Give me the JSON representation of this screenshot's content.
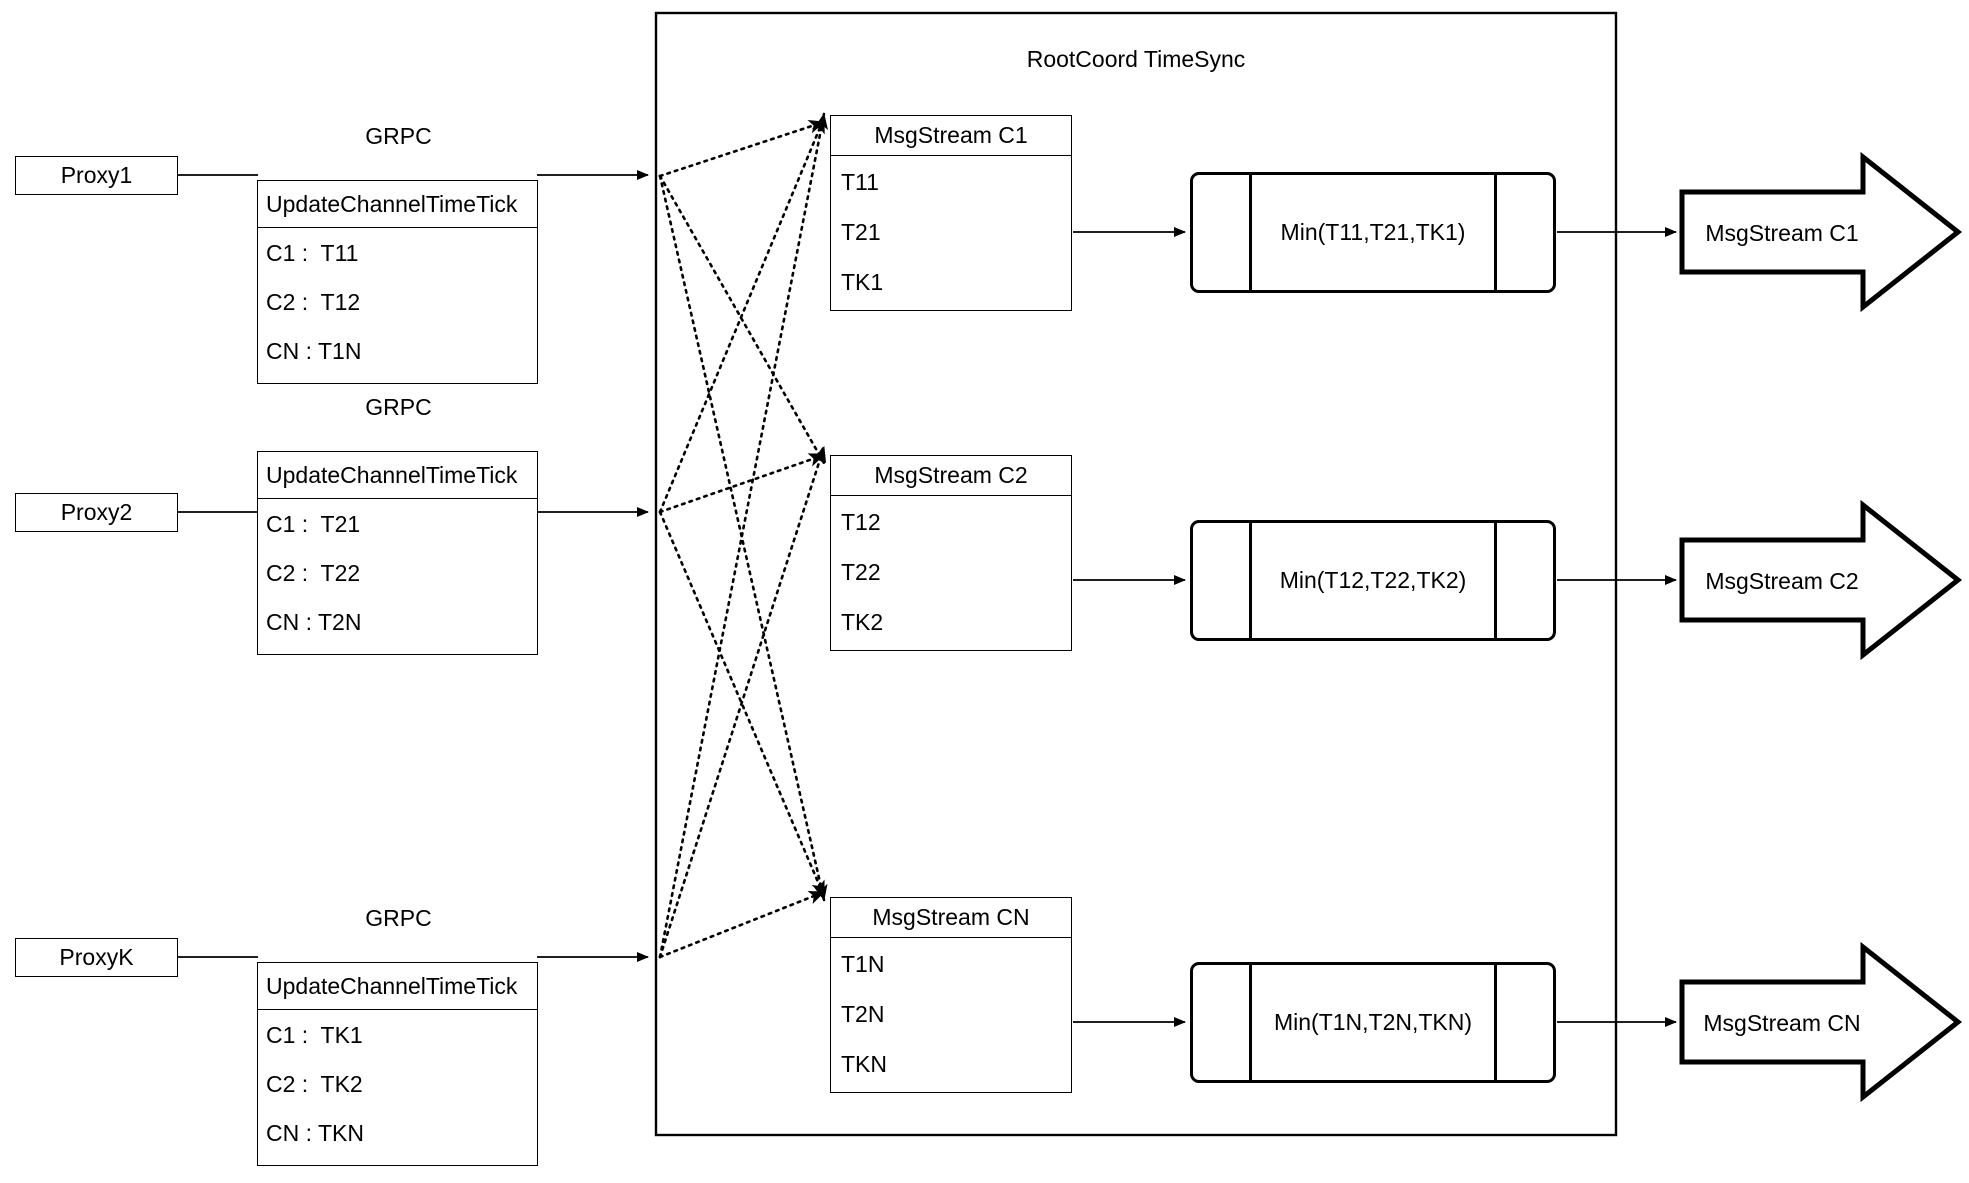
{
  "diagram": {
    "container": {
      "title": "RootCoord TimeSync"
    },
    "rows": [
      {
        "proxy_label": "Proxy1",
        "link_label": "GRPC",
        "request": {
          "title": "UpdateChannelTimeTick",
          "entries": [
            "C1 :  T11",
            "C2 :  T12",
            "CN : T1N"
          ]
        },
        "msgstream": {
          "title": "MsgStream C1",
          "ticks": [
            "T11",
            "T21",
            "TK1"
          ]
        },
        "min": {
          "label": "Min(T11,T21,TK1)"
        },
        "output": {
          "label": "MsgStream C1"
        }
      },
      {
        "proxy_label": "Proxy2",
        "link_label": "GRPC",
        "request": {
          "title": "UpdateChannelTimeTick",
          "entries": [
            "C1 :  T21",
            "C2 :  T22",
            "CN : T2N"
          ]
        },
        "msgstream": {
          "title": "MsgStream C2",
          "ticks": [
            "T12",
            "T22",
            "TK2"
          ]
        },
        "min": {
          "label": "Min(T12,T22,TK2)"
        },
        "output": {
          "label": "MsgStream C2"
        }
      },
      {
        "proxy_label": "ProxyK",
        "link_label": "GRPC",
        "request": {
          "title": "UpdateChannelTimeTick",
          "entries": [
            "C1 :  TK1",
            "C2 :  TK2",
            "CN : TKN"
          ]
        },
        "msgstream": {
          "title": "MsgStream CN",
          "ticks": [
            "T1N",
            "T2N",
            "TKN"
          ]
        },
        "min": {
          "label": "Min(T1N,T2N,TKN)"
        },
        "output": {
          "label": "MsgStream CN"
        }
      }
    ],
    "colors": {
      "stroke": "#000000",
      "background": "#ffffff"
    }
  }
}
